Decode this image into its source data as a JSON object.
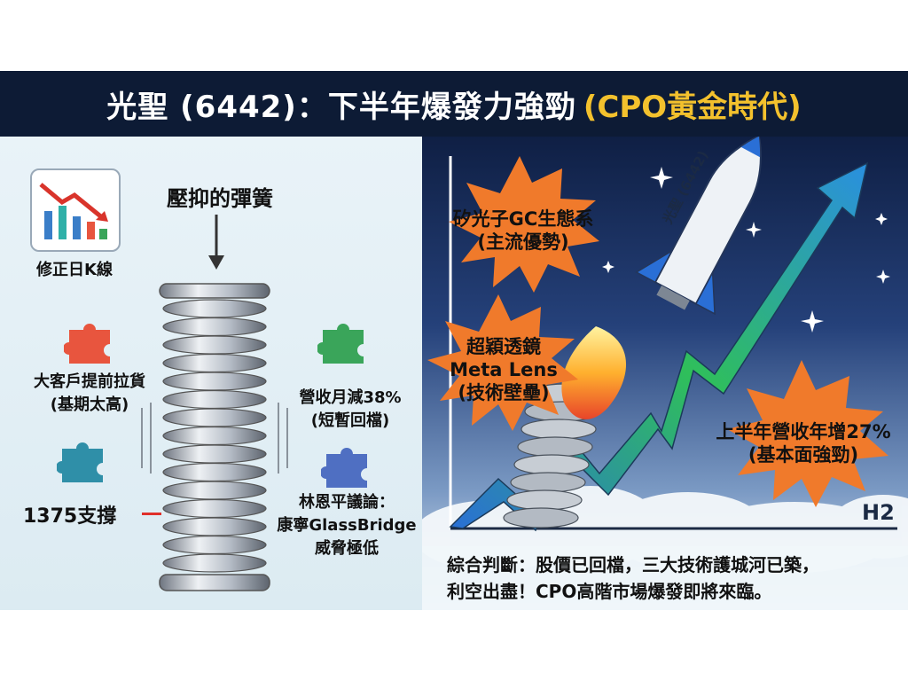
{
  "header": {
    "title_main": "光聖 (6442)：下半年爆發力強勁",
    "title_highlight": "(CPO黃金時代)"
  },
  "left": {
    "chart_icon_label": "修正日K線",
    "spring_title": "壓抑的彈簧",
    "puzzle_items": [
      {
        "line1": "大客戶提前拉貨",
        "line2": "(基期太高)",
        "color": "#e8553e"
      },
      {
        "line1": "營收月減38%",
        "line2": "(短暫回檔)",
        "color": "#3aa55a"
      },
      {
        "line1": "林恩平議論：",
        "line2": "康寧GlassBridge",
        "line3": "威脅極低",
        "color": "#4f6fc2"
      },
      {
        "line1": "1375支撐",
        "color": "#2f8fa8"
      }
    ]
  },
  "right": {
    "rocket_text": "光聖 (6442)",
    "bursts": [
      {
        "line1": "矽光子GC生態系",
        "line2": "(主流優勢)"
      },
      {
        "line1": "超穎透鏡",
        "line2": "Meta Lens",
        "line3": "(技術壁壘)"
      },
      {
        "line1": "上半年營收年增27%",
        "line2": "(基本面強勁)"
      }
    ],
    "h2_label": "H2",
    "summary_line1": "綜合判斷：股價已回檔，三大技術護城河已築，",
    "summary_line2": "利空出盡！CPO高階市場爆發即將來臨。"
  },
  "colors": {
    "header_bg": "#0d1b35",
    "highlight": "#f3c12d",
    "arrow_green": "#2fbf5a",
    "arrow_blue": "#2a6fd6",
    "burst_orange": "#f07a2b",
    "support_line": "#e0302a"
  }
}
